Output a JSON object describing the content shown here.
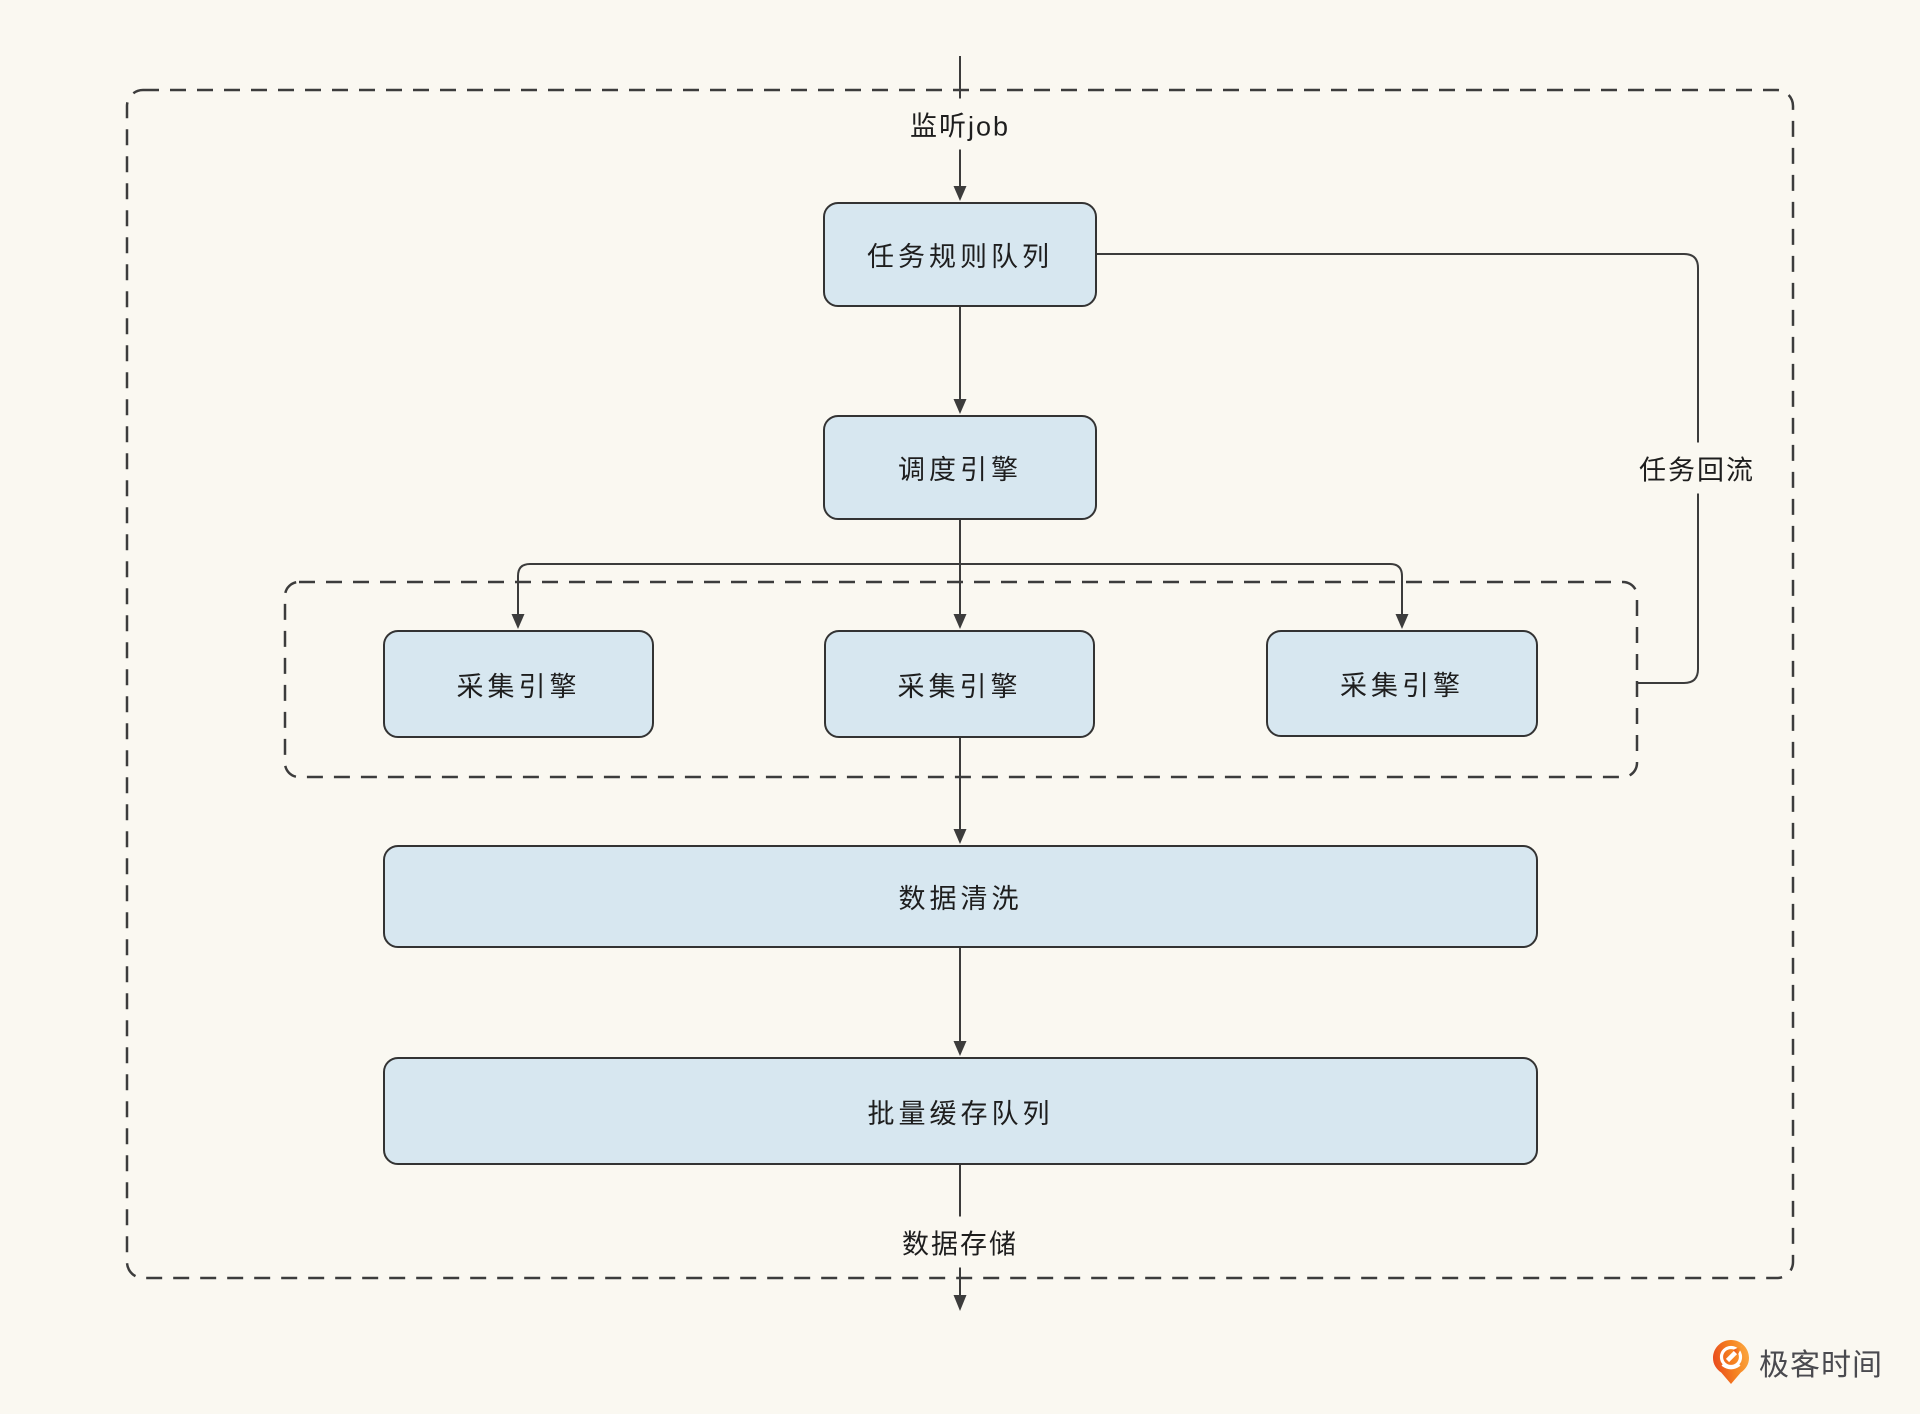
{
  "flow_labels": {
    "listen_job": "监听job",
    "task_backflow": "任务回流",
    "data_storage": "数据存储"
  },
  "nodes": {
    "task_rule_queue": {
      "label": "任务规则队列"
    },
    "scheduling_engine": {
      "label": "调度引擎"
    },
    "collection_engine_1": {
      "label": "采集引擎"
    },
    "collection_engine_2": {
      "label": "采集引擎"
    },
    "collection_engine_3": {
      "label": "采集引擎"
    },
    "data_cleaning": {
      "label": "数据清洗"
    },
    "batch_cache_queue": {
      "label": "批量缓存队列"
    }
  },
  "brand": {
    "logo_text": "极客时间"
  },
  "colors": {
    "background": "#FAF8F1",
    "node_fill": "#D7E7F0",
    "node_border": "#333333",
    "connector_line": "#3C3C3C",
    "text": "#1E1E1E",
    "logo_orange_dark": "#E8481E",
    "logo_orange_light": "#FBA53F",
    "logo_text": "#4A4A4F"
  }
}
